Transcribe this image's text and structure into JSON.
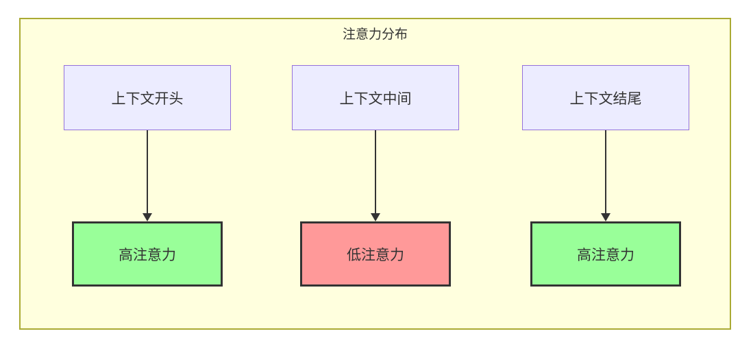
{
  "diagram": {
    "title": "注意力分布",
    "columns": [
      {
        "top": {
          "label": "上下文开头"
        },
        "bottom": {
          "label": "高注意力",
          "level": "high"
        }
      },
      {
        "top": {
          "label": "上下文中间"
        },
        "bottom": {
          "label": "低注意力",
          "level": "low"
        }
      },
      {
        "top": {
          "label": "上下文结尾"
        },
        "bottom": {
          "label": "高注意力",
          "level": "high"
        }
      }
    ],
    "colors": {
      "container_bg": "#ffffde",
      "container_border": "#aaaa33",
      "context_node_bg": "#ececff",
      "context_node_border": "#9370db",
      "high_attention_bg": "#99ff99",
      "low_attention_bg": "#ff9999",
      "attention_node_border": "#333333",
      "arrow": "#333333",
      "text": "#333333"
    }
  }
}
